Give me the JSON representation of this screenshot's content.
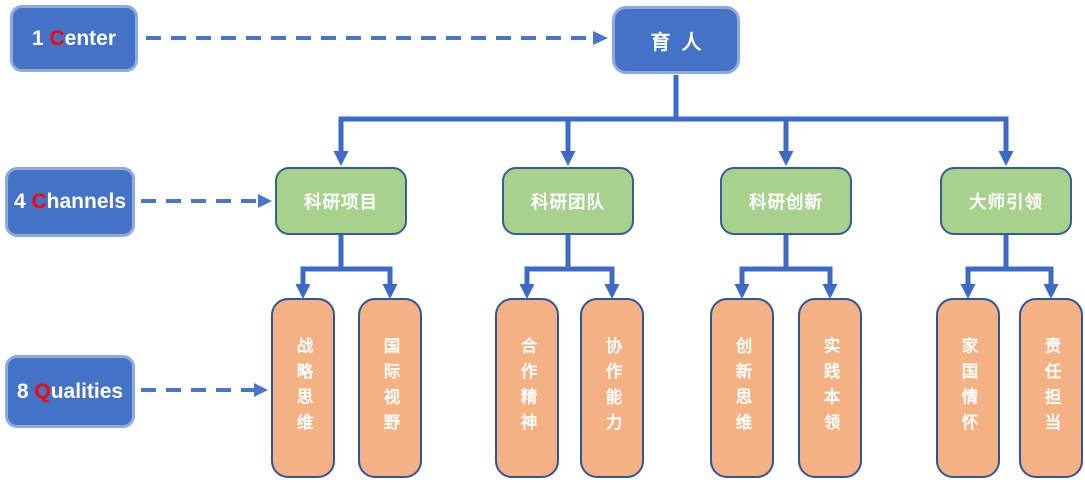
{
  "colors": {
    "blue-fill": "#4472c4",
    "blue-border": "#8faadc",
    "green-fill": "#a9d18e",
    "green-border": "#33608f",
    "orange-fill": "#f4b183",
    "orange-border": "#2f5597",
    "connector": "#3c6ac6",
    "dashed": "#4b76c8",
    "accent-red": "#ff0000",
    "text": "#ffffff"
  },
  "left_labels": [
    {
      "prefix": "1 ",
      "accent": "C",
      "rest": "enter"
    },
    {
      "prefix": "4 ",
      "accent": "C",
      "rest": "hannels"
    },
    {
      "prefix": "8 ",
      "accent": "Q",
      "rest": "ualities"
    }
  ],
  "center_node": {
    "label": "育  人"
  },
  "channel_nodes": [
    {
      "label": "科研项目"
    },
    {
      "label": "科研团队"
    },
    {
      "label": "科研创新"
    },
    {
      "label": "大师引领"
    }
  ],
  "quality_nodes": [
    {
      "label": "战略思维"
    },
    {
      "label": "国际视野"
    },
    {
      "label": "合作精神"
    },
    {
      "label": "协作能力"
    },
    {
      "label": "创新思维"
    },
    {
      "label": "实践本领"
    },
    {
      "label": "家国情怀"
    },
    {
      "label": "责任担当"
    }
  ]
}
